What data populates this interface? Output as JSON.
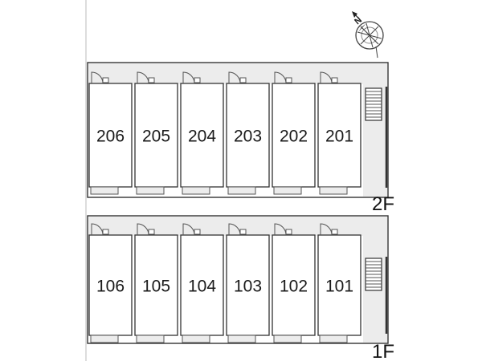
{
  "floors": [
    {
      "label": "2F",
      "units": [
        "206",
        "205",
        "204",
        "203",
        "202",
        "201"
      ]
    },
    {
      "label": "1F",
      "units": [
        "106",
        "105",
        "104",
        "103",
        "102",
        "101"
      ]
    }
  ],
  "compass": {
    "north_label": "N",
    "icon": "compass-rose-icon"
  },
  "colors": {
    "corridor": "#ececec",
    "wall": "#333333",
    "line": "#555555"
  }
}
